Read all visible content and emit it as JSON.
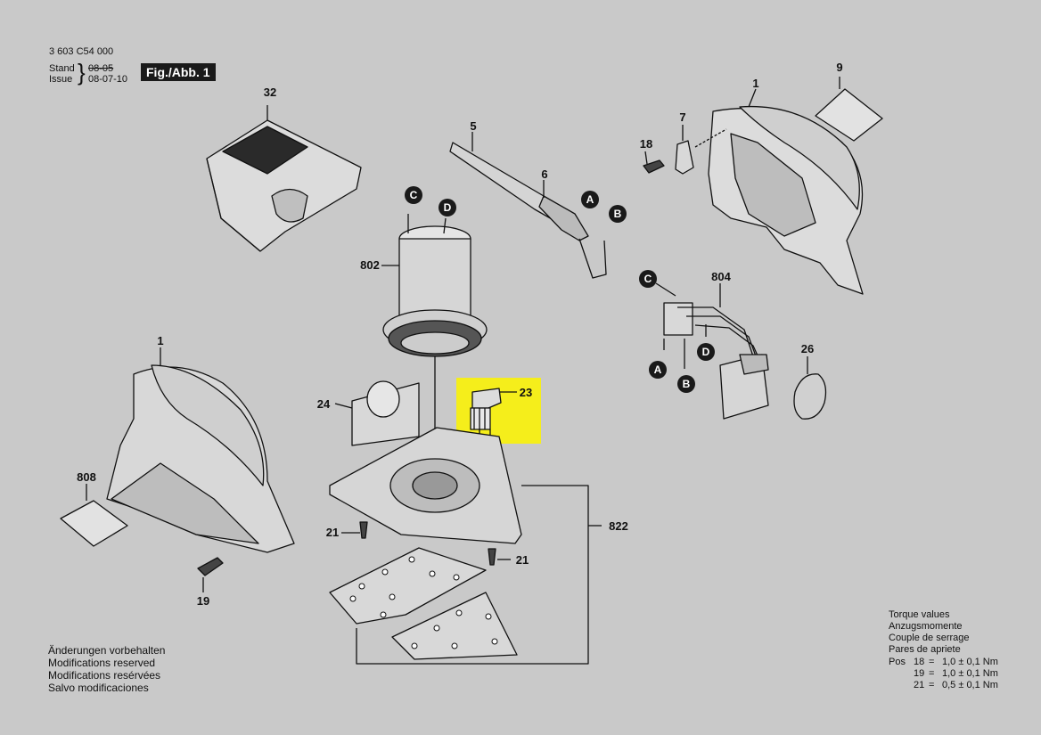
{
  "header": {
    "doc_number": "3 603 C54 000",
    "stand_label": "Stand",
    "issue_label": "Issue",
    "old_date": "08-05",
    "new_date": "08-07-10",
    "fig_label": "Fig./Abb. 1"
  },
  "parts": {
    "p1": "1",
    "p9": "9",
    "p7": "7",
    "p18": "18",
    "p5": "5",
    "p6": "6",
    "p32": "32",
    "p802": "802",
    "p804": "804",
    "p26": "26",
    "p24": "24",
    "p23": "23",
    "p808": "808",
    "p21": "21",
    "p822": "822",
    "p19": "19"
  },
  "connectors": {
    "A": "A",
    "B": "B",
    "C": "C",
    "D": "D"
  },
  "highlight_color": "#f5ee1b",
  "notes": {
    "line1": "Änderungen vorbehalten",
    "line2": "Modifications reserved",
    "line3": "Modifications resérvées",
    "line4": "Salvo modificaciones"
  },
  "torque": {
    "title1": "Torque values",
    "title2": "Anzugsmomente",
    "title3": "Couple de serrage",
    "title4": "Pares de apriete",
    "pos_label": "Pos",
    "rows": [
      {
        "pos": "18",
        "eq": "=",
        "value": "1,0 ± 0,1 Nm"
      },
      {
        "pos": "19",
        "eq": "=",
        "value": "1,0 ± 0,1 Nm"
      },
      {
        "pos": "21",
        "eq": "=",
        "value": "0,5 ± 0,1 Nm"
      }
    ]
  }
}
